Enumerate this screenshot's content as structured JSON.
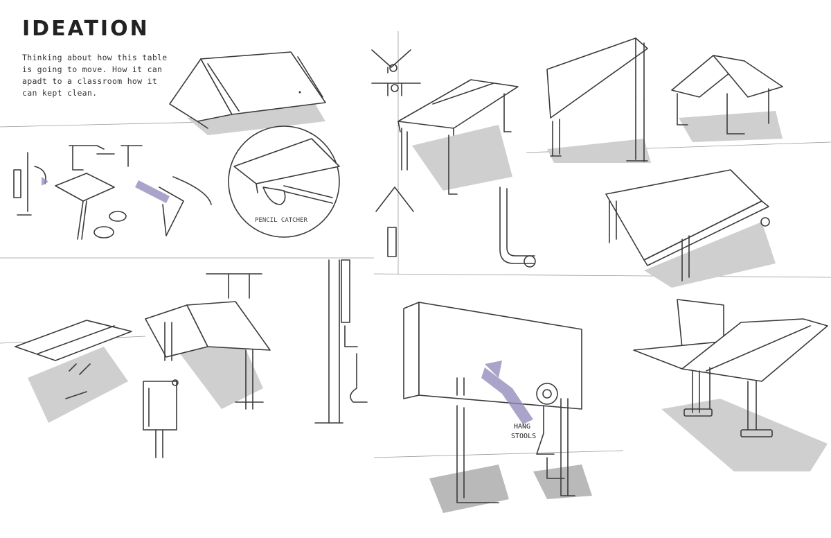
{
  "page": {
    "title": "IDEATION",
    "description": "Thinking about how this table is going to move. How it can apadt to a classroom how it can kept clean."
  },
  "annotations": {
    "pencil_catcher": "PENCIL CATCHER",
    "hang_stools_line1": "HANG",
    "hang_stools_line2": "STOOLS"
  },
  "colors": {
    "ink": "#3a3a3a",
    "shadow": "#cfcfcf",
    "accent": "#8f86b8"
  }
}
